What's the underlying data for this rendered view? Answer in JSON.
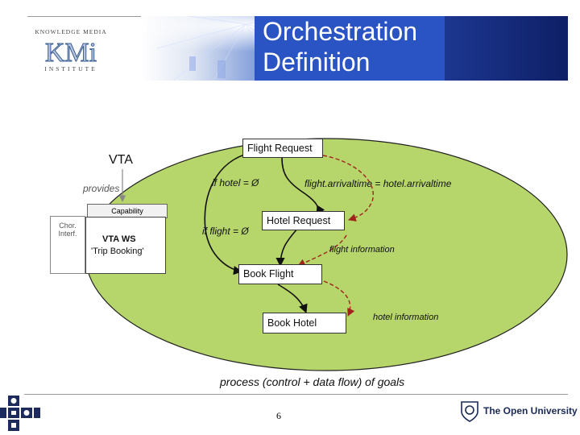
{
  "slide": {
    "title_line1": "Orchestration",
    "title_line2": "Definition",
    "page_number": "6",
    "caption": "process (control + data flow) of goals"
  },
  "kmi": {
    "top": "KNOWLEDGE MEDIA",
    "mark": "KMi",
    "bottom": "INSTITUTE"
  },
  "ou": {
    "name": "The Open University"
  },
  "vta": {
    "title": "VTA",
    "provides": "provides",
    "capability": "Capability",
    "chor_interf": "Chor. Interf.",
    "ws_name": "VTA WS",
    "ws_sub": "'Trip Booking'"
  },
  "orchestration": {
    "nodes": {
      "flight_request": "Flight Request",
      "hotel_request": "Hotel Request",
      "book_flight": "Book Flight",
      "book_hotel": "Book Hotel"
    },
    "conditions": {
      "if_hotel": "if hotel = Ø",
      "if_flight": "if flight = Ø"
    },
    "data_flows": {
      "arrival": "flight.arrivaltime = hotel.arrivaltime",
      "flight_info": "flight information",
      "hotel_info": "hotel information"
    }
  },
  "colors": {
    "ellipse_fill": "#b6d56a",
    "ellipse_stroke": "#222222",
    "title_bg": "#2a53c4",
    "data_flow": "#a0231c",
    "control_flow": "#111111"
  }
}
